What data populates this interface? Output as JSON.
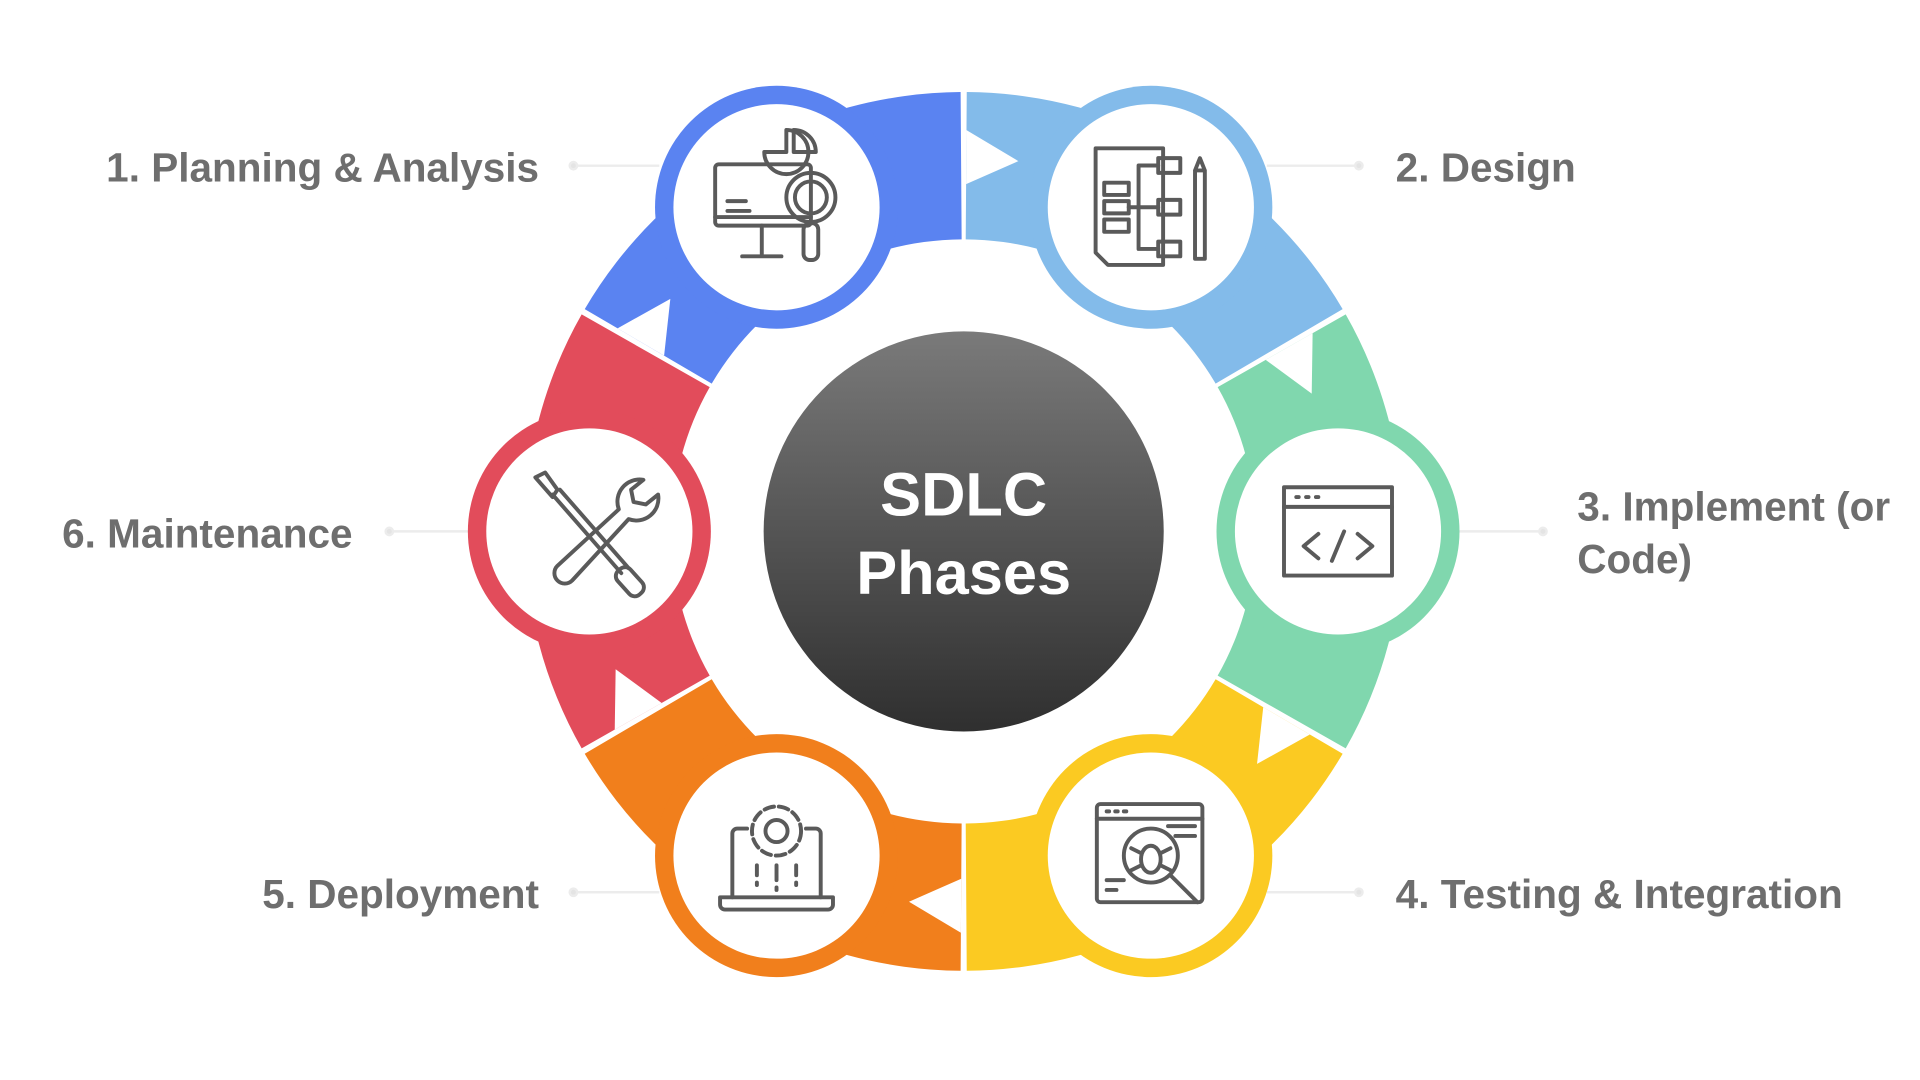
{
  "title_line1": "SDLC",
  "title_line2": "Phases",
  "phases": [
    {
      "label": "1. Planning & Analysis",
      "color": "#5a83f1",
      "icon": "monitor-chart-magnifier-icon"
    },
    {
      "label": "2. Design",
      "color": "#83bbea",
      "icon": "flowchart-document-icon"
    },
    {
      "label_line1": "3. Implement (or",
      "label_line2": "Code)",
      "color": "#80d7ae",
      "icon": "code-window-icon"
    },
    {
      "label": "4. Testing & Integration",
      "color": "#fbca22",
      "icon": "bug-search-icon"
    },
    {
      "label": "5. Deployment",
      "color": "#f17f1c",
      "icon": "laptop-gear-icon"
    },
    {
      "label": "6. Maintenance",
      "color": "#e24c5b",
      "icon": "wrench-screwdriver-icon"
    }
  ]
}
